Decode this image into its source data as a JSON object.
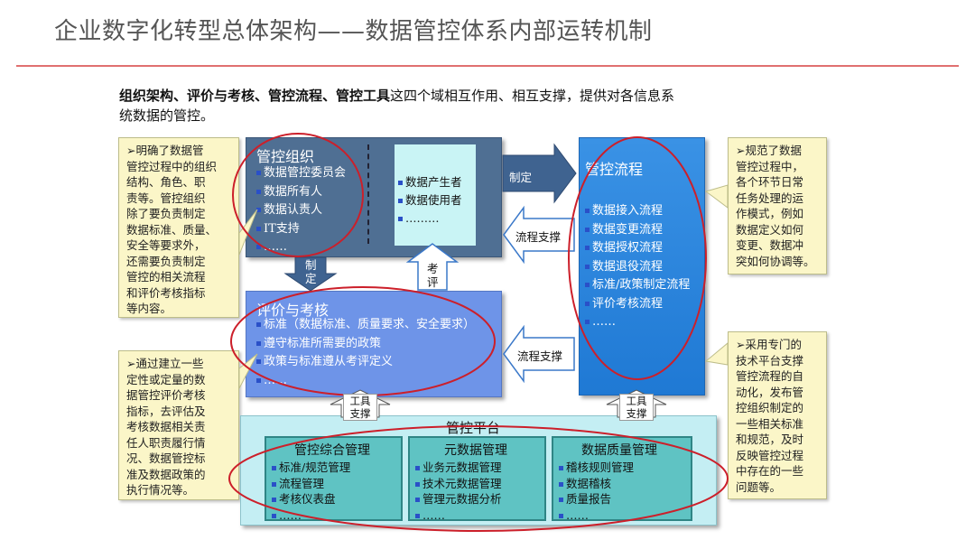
{
  "title": "企业数字化转型总体架构——数据管控体系内部运转机制",
  "intro": {
    "bold": "组织架构、评价与考核、管控流程、管控工具",
    "text_line1": "这四个域相互作用、相互支撑，提供对各信息系",
    "text_line2": "统数据的管控。"
  },
  "notes": {
    "org": [
      "➢明确了数据管",
      "管控过程中的组织",
      "结构、角色、职",
      "责等。管控组织",
      "除了要负责制定",
      "数据标准、质量、",
      "安全等要求外，",
      "还需要负责制定",
      "管控的相关流程",
      "和评价考核指标",
      "等内容。"
    ],
    "eval": [
      "➢通过建立一些",
      "定性或定量的数",
      "据管控评价考核",
      "指标，去评估及",
      "考核数据相关责",
      "任人职责履行情",
      "况、数据管控标",
      "准及数据政策的",
      "执行情况等。"
    ],
    "proc": [
      "➢规范了数据",
      "管控过程中，",
      "各个环节日常",
      "任务处理的运",
      "作模式，例如",
      "数据定义如何",
      "变更、数据冲",
      "突如何协调等。"
    ],
    "tool": [
      "➢采用专门的",
      "技术平台支撑",
      "管控流程的自",
      "动化，发布管",
      "控组织制定的",
      "一些相关标准",
      "和规范，及时",
      "反映管控过程",
      "中存在的一些",
      "问题等。"
    ]
  },
  "org": {
    "title": "管控组织",
    "items": [
      "数据管控委员会",
      "数据所有人",
      "数据认责人",
      "IT支持",
      "……"
    ],
    "inner_items": [
      "数据产生者",
      "数据使用者",
      "………"
    ]
  },
  "eval": {
    "title": "评价与考核",
    "items": [
      "标准（数据标准、质量要求、安全要求）",
      "遵守标准所需要的政策",
      "政策与标准遵从考评定义",
      "……"
    ]
  },
  "proc": {
    "title": "管控流程",
    "items": [
      "数据接入流程",
      "数据变更流程",
      "数据授权流程",
      "数据退役流程",
      "标准/政策制定流程",
      "评价考核流程",
      "……"
    ]
  },
  "platform": {
    "title": "管控平台",
    "subs": [
      {
        "title": "管控综合管理",
        "items": [
          "标准/规范管理",
          "流程管理",
          "考核仪表盘",
          "……"
        ]
      },
      {
        "title": "元数据管理",
        "items": [
          "业务元数据管理",
          "技术元数据管理",
          "管理元数据分析",
          "……"
        ]
      },
      {
        "title": "数据质量管理",
        "items": [
          "稽核规则管理",
          "数据稽核",
          "质量报告",
          "……"
        ]
      }
    ]
  },
  "arrows": {
    "make_right": "制定",
    "support_top": "流程支撑",
    "support_mid": "流程支撑",
    "make_down": [
      "制",
      "定"
    ],
    "eval_up": [
      "考",
      "评"
    ],
    "tool_left": [
      "工具",
      "支撑"
    ],
    "tool_right": [
      "工具",
      "支撑"
    ]
  }
}
